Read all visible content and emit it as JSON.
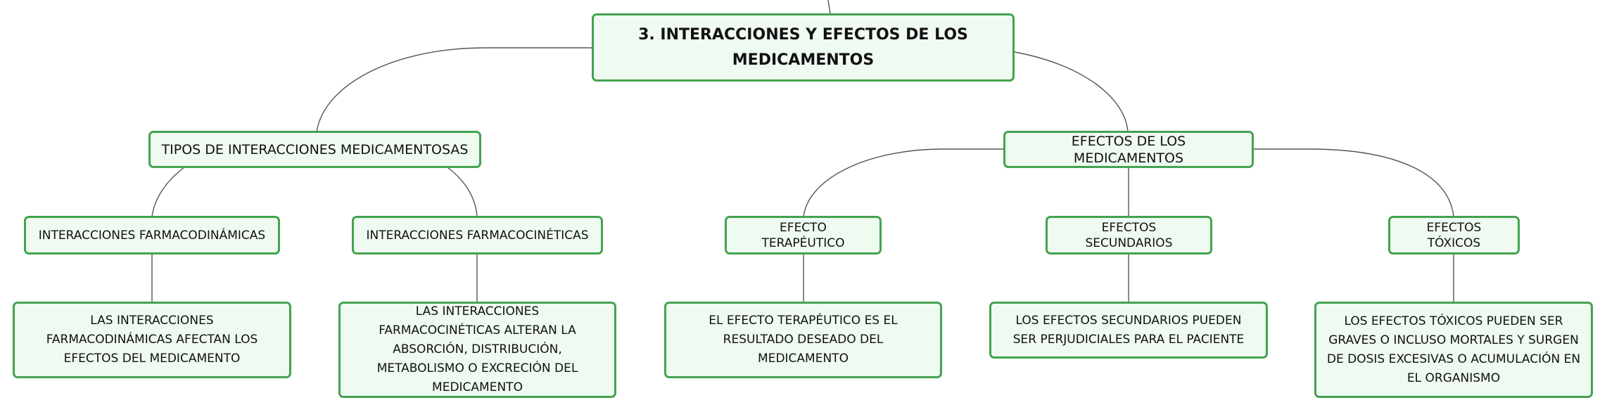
{
  "diagram": {
    "root": {
      "label": "3. INTERACCIONES Y EFECTOS DE LOS MEDICAMENTOS"
    },
    "branches": [
      {
        "label": "TIPOS DE INTERACCIONES MEDICAMENTOSAS",
        "children": [
          {
            "label": "INTERACCIONES FARMACODINÁMICAS",
            "detail": "LAS INTERACCIONES FARMACODINÁMICAS AFECTAN LOS EFECTOS DEL MEDICAMENTO"
          },
          {
            "label": "INTERACCIONES FARMACOCINÉTICAS",
            "detail": "LAS INTERACCIONES FARMACOCINÉTICAS ALTERAN LA ABSORCIÓN, DISTRIBUCIÓN, METABOLISMO O EXCRECIÓN DEL MEDICAMENTO"
          }
        ]
      },
      {
        "label": "EFECTOS DE LOS MEDICAMENTOS",
        "children": [
          {
            "label": "EFECTO TERAPÉUTICO",
            "detail": "EL EFECTO TERAPÉUTICO ES EL RESULTADO DESEADO DEL MEDICAMENTO"
          },
          {
            "label": "EFECTOS SECUNDARIOS",
            "detail": "LOS EFECTOS SECUNDARIOS PUEDEN SER PERJUDICIALES PARA EL PACIENTE"
          },
          {
            "label": "EFECTOS TÓXICOS",
            "detail": "LOS EFECTOS TÓXICOS PUEDEN SER GRAVES O INCLUSO MORTALES Y SURGEN DE DOSIS EXCESIVAS O ACUMULACIÓN EN EL ORGANISMO"
          }
        ]
      }
    ]
  },
  "colors": {
    "border": "#43a34f",
    "fill": "#effaf1",
    "line": "#555555",
    "text": "#111111"
  }
}
